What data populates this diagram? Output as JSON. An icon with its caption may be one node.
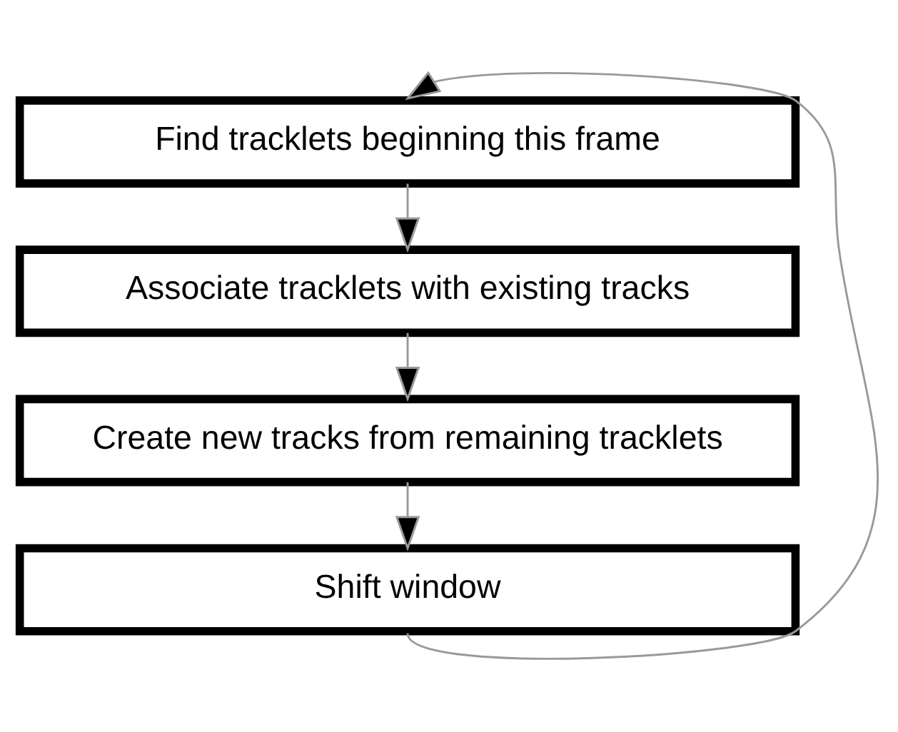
{
  "diagram": {
    "nodes": [
      {
        "text": [
          "Find tracklets beginning this frame"
        ]
      },
      {
        "text": [
          "Associate tracklets with existing tracks"
        ]
      },
      {
        "text": [
          "Create new tracks from remaining tracklets"
        ]
      },
      {
        "text": [
          "Shift window"
        ]
      }
    ],
    "edges": [
      {
        "from": 0,
        "to": 1,
        "arrow": "to"
      },
      {
        "from": 1,
        "to": 2,
        "arrow": "to"
      },
      {
        "from": 2,
        "to": 3,
        "arrow": "to"
      },
      {
        "from": 3,
        "to": 0,
        "arrow": "to"
      }
    ]
  }
}
